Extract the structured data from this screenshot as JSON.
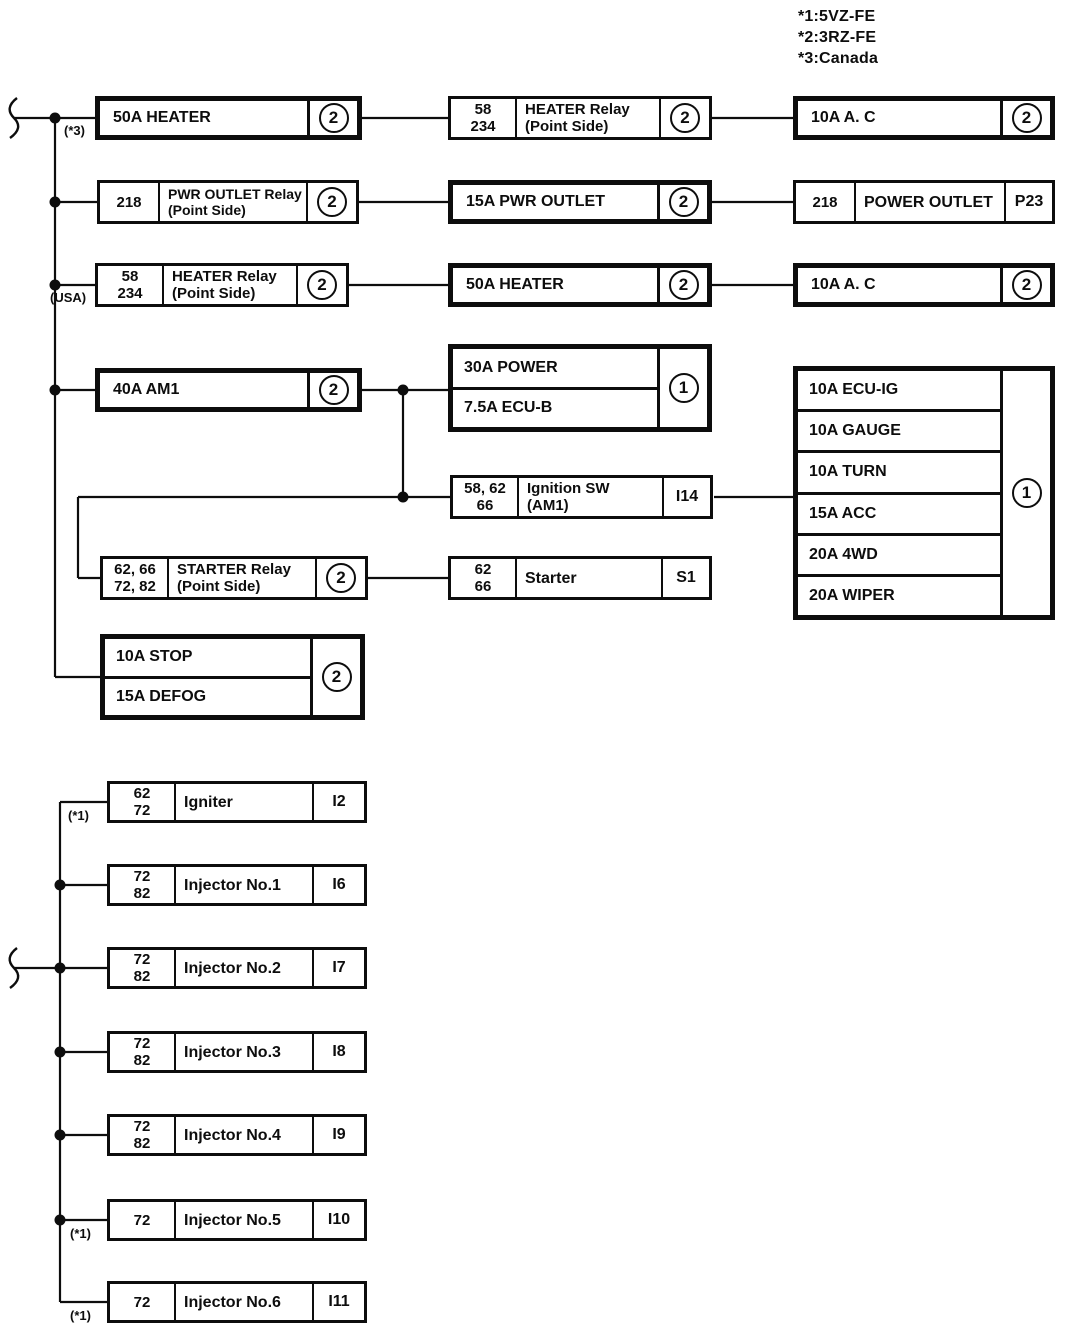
{
  "legend": {
    "items": [
      "*1:5VZ-FE",
      "*2:3RZ-FE",
      "*3:Canada"
    ]
  },
  "labels": {
    "star3": "(*3)",
    "usa": "(USA)",
    "star1_igniter": "(*1)",
    "star1_inj5": "(*1)",
    "star1_inj6": "(*1)"
  },
  "boxes": {
    "heater50_top": {
      "label": "50A HEATER",
      "badge": "2"
    },
    "heater_relay_top": {
      "ref1": "58",
      "ref2": "234",
      "name1": "HEATER Relay",
      "name2": "(Point Side)",
      "badge": "2"
    },
    "ac10_top": {
      "label": "10A A. C",
      "badge": "2"
    },
    "pwr_outlet_relay": {
      "ref1": "218",
      "name1": "PWR OUTLET Relay",
      "name2": "(Point Side)",
      "badge": "2"
    },
    "pwr_outlet_fuse": {
      "label": "15A PWR OUTLET",
      "badge": "2"
    },
    "power_outlet_conn": {
      "ref1": "218",
      "name": "POWER OUTLET",
      "code": "P23"
    },
    "heater_relay_usa": {
      "ref1": "58",
      "ref2": "234",
      "name1": "HEATER Relay",
      "name2": "(Point Side)",
      "badge": "2"
    },
    "heater50_mid": {
      "label": "50A HEATER",
      "badge": "2"
    },
    "ac10_mid": {
      "label": "10A A. C",
      "badge": "2"
    },
    "am1": {
      "label": "40A AM1",
      "badge": "2"
    },
    "power_group": {
      "rows": [
        "30A POWER",
        "7.5A ECU-B"
      ],
      "badge": "1"
    },
    "ig_group": {
      "rows": [
        "10A ECU-IG",
        "10A GAUGE",
        "10A TURN",
        "15A ACC",
        "20A 4WD",
        "20A WIPER"
      ],
      "badge": "1"
    },
    "ignition_sw": {
      "ref1": "58, 62",
      "ref2": "66",
      "name1": "Ignition SW",
      "name2": "(AM1)",
      "code": "I14"
    },
    "starter_relay": {
      "ref1": "62, 66",
      "ref2": "72, 82",
      "name1": "STARTER Relay",
      "name2": "(Point Side)",
      "badge": "2"
    },
    "starter": {
      "ref1": "62",
      "ref2": "66",
      "name": "Starter",
      "code": "S1"
    },
    "stop_defog_group": {
      "rows": [
        "10A STOP",
        "15A DEFOG"
      ],
      "badge": "2"
    },
    "igniter": {
      "ref1": "62",
      "ref2": "72",
      "name": "Igniter",
      "code": "I2"
    },
    "injector1": {
      "ref1": "72",
      "ref2": "82",
      "name": "Injector No.1",
      "code": "I6"
    },
    "injector2": {
      "ref1": "72",
      "ref2": "82",
      "name": "Injector No.2",
      "code": "I7"
    },
    "injector3": {
      "ref1": "72",
      "ref2": "82",
      "name": "Injector No.3",
      "code": "I8"
    },
    "injector4": {
      "ref1": "72",
      "ref2": "82",
      "name": "Injector No.4",
      "code": "I9"
    },
    "injector5": {
      "ref1": "72",
      "name": "Injector No.5",
      "code": "I10"
    },
    "injector6": {
      "ref1": "72",
      "name": "Injector No.6",
      "code": "I11"
    }
  },
  "colors": {
    "ink": "#0d0d0d",
    "paper": "#ffffff"
  }
}
